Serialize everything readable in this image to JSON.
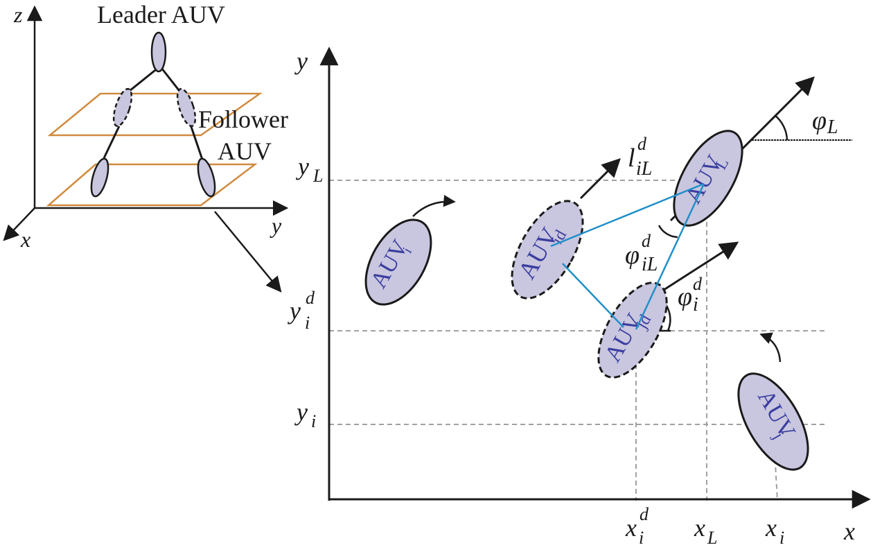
{
  "inset_3d": {
    "axis_z": "z",
    "axis_x": "x",
    "axis_y": "y",
    "leader_label": "Leader AUV",
    "follower_label_1": "Follower",
    "follower_label_2": "AUV"
  },
  "main_axes": {
    "axis_x": "x",
    "axis_y": "y"
  },
  "y_ticks": {
    "yL_base": "y",
    "yL_sub": "L",
    "yid_base": "y",
    "yid_sub": "i",
    "yid_sup": "d",
    "yi_base": "y",
    "yi_sub": "i"
  },
  "x_ticks": {
    "xid_base": "x",
    "xid_sub": "i",
    "xid_sup": "d",
    "xL_base": "x",
    "xL_sub": "L",
    "xi_base": "x",
    "xi_sub": "i"
  },
  "annotations": {
    "phiL_base": "φ",
    "phiL_sub": "L",
    "l_base": "l",
    "l_sub": "iL",
    "l_sup": "d",
    "phiiL_base": "φ",
    "phiiL_sub": "iL",
    "phiiL_sup": "d",
    "phii_base": "φ",
    "phii_sub": "i",
    "phii_sup": "d"
  },
  "vehicles": {
    "auv_i": {
      "base": "AUV",
      "sub": "i"
    },
    "auv_id": {
      "base": "AUV",
      "sub": "id"
    },
    "auv_L": {
      "base": "AUV",
      "sub": "L"
    },
    "auv_jd": {
      "base": "AUV",
      "sub": "jd"
    },
    "auv_j": {
      "base": "AUV",
      "sub": "j"
    }
  },
  "colors": {
    "axis": "#1a1a1a",
    "dashed_guides": "#a0a0a0",
    "vehicle_fill": "#c9c6df",
    "vehicle_stroke": "#1a1a1a",
    "vehicle_text": "#3a3ea0",
    "connector_lines": "#1f8fc8",
    "planes": "#d08a3c"
  }
}
